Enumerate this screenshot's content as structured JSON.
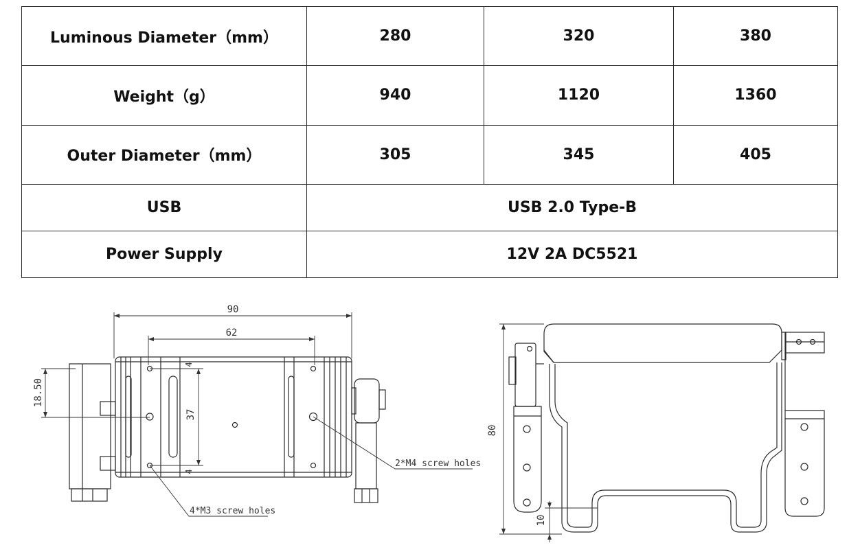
{
  "spec_table": {
    "rows": [
      {
        "label": "Luminous Diameter（mm）",
        "values": [
          "280",
          "320",
          "380"
        ]
      },
      {
        "label": "Weight（g）",
        "values": [
          "940",
          "1120",
          "1360"
        ]
      },
      {
        "label": "Outer Diameter（mm）",
        "values": [
          "305",
          "345",
          "405"
        ]
      },
      {
        "label": "USB",
        "merged": "USB 2.0 Type-B"
      },
      {
        "label": "Power Supply",
        "merged": "12V 2A DC5521"
      }
    ]
  },
  "front_view": {
    "dim_overall_width": "90",
    "dim_hole_spacing": "62",
    "dim_hole_height": "37",
    "dim_left_offset": "18.50",
    "dim_top_margin": "4",
    "dim_bottom_margin": "4",
    "callout_m4": "2*M4 screw holes",
    "callout_m3": "4*M3 screw holes"
  },
  "side_view": {
    "dim_height": "80",
    "dim_bottom": "10"
  }
}
